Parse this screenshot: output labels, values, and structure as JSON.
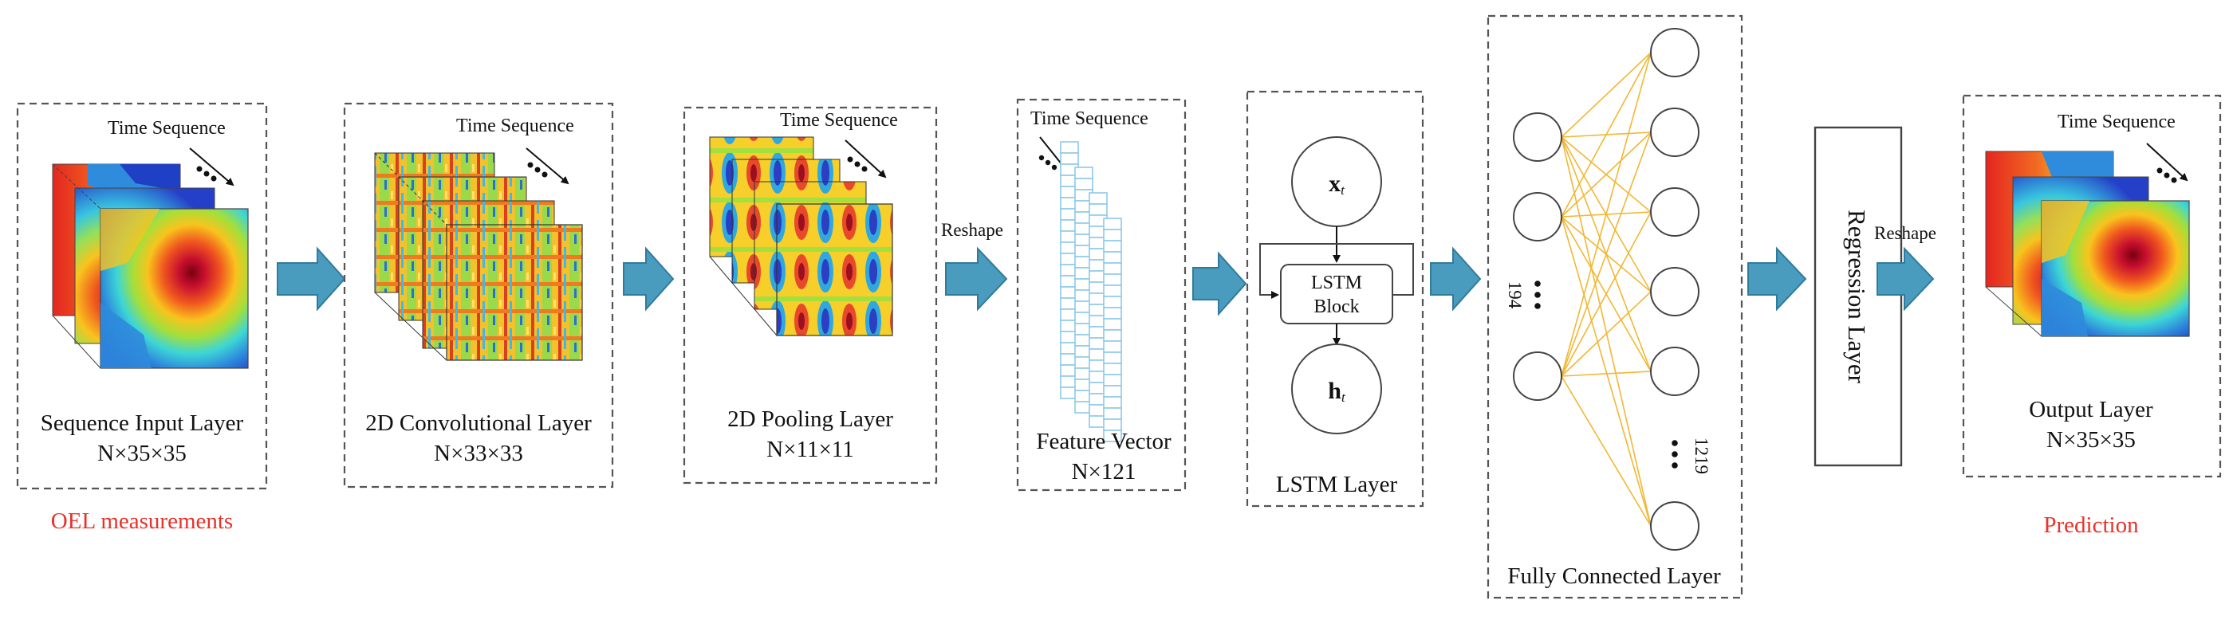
{
  "layers": {
    "input": {
      "time_label": "Time Sequence",
      "name": "Sequence Input Layer",
      "dims": "N×35×35",
      "caption": "OEL measurements"
    },
    "conv": {
      "time_label": "Time Sequence",
      "name": "2D Convolutional Layer",
      "dims": "N×33×33"
    },
    "pool": {
      "time_label": "Time Sequence",
      "name": "2D Pooling  Layer",
      "dims": "N×11×11"
    },
    "feature": {
      "time_label": "Time Sequence",
      "name": "Feature Vector",
      "dims": "N×121"
    },
    "lstm": {
      "name": "LSTM Layer",
      "input_symbol": "x",
      "input_sub": "t",
      "block_line1": "LSTM",
      "block_line2": "Block",
      "output_symbol": "h",
      "output_sub": "t"
    },
    "fc": {
      "name": "Fully Connected Layer",
      "left_count": "194",
      "right_count": "1219"
    },
    "regression": {
      "name": "Regression Layer"
    },
    "output": {
      "time_label": "Time Sequence",
      "name": "Output Layer",
      "dims": "N×35×35",
      "caption": "Prediction"
    }
  },
  "arrow_labels": {
    "reshape_1": "Reshape",
    "reshape_2": "Reshape"
  },
  "colors": {
    "caption_red": "#e8322a",
    "arrow_fill": "#4a9cbf",
    "arrow_stroke": "#2f7b9c",
    "connection": "#f2b733",
    "feature_cell": "#8ecae8",
    "box_border": "#555555"
  }
}
